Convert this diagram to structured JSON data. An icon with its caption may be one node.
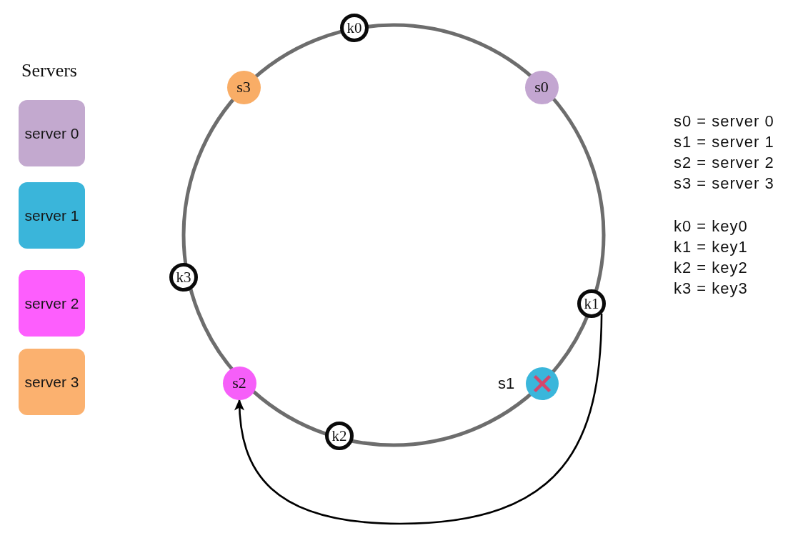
{
  "diagram": {
    "nodes": [
      {
        "text": [
          "server 0"
        ]
      },
      {
        "text": [
          "server 1"
        ]
      },
      {
        "text": [
          "server 2"
        ]
      },
      {
        "text": [
          "server 3"
        ]
      },
      {
        "text": [
          "k0"
        ]
      },
      {
        "text": [
          "s3"
        ]
      },
      {
        "text": [
          "s0"
        ]
      },
      {
        "text": [
          "k3"
        ]
      },
      {
        "text": [
          "k1"
        ]
      },
      {
        "text": [],
        "shape": "circle",
        "beside": [
          "s1"
        ]
      },
      {
        "text": [
          "s2"
        ]
      },
      {
        "text": [
          "k2"
        ]
      }
    ],
    "edges": [
      {
        "from": 8,
        "to": 10,
        "arrow": "to"
      }
    ],
    "labels": [
      "Servers",
      "s0 = server 0",
      "s1 = server 1",
      "s2 = server 2",
      "s3 = server 3",
      "k0 = key0",
      "k1 = key1",
      "k2 = key2",
      "k3 = key3"
    ]
  }
}
